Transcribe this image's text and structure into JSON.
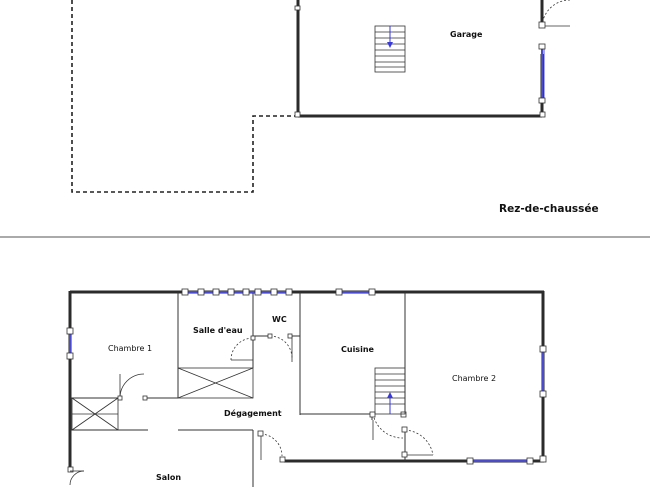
{
  "labels": {
    "garage": "Garage",
    "level": "Rez-de-chaussée",
    "chambre1": "Chambre 1",
    "salle_eau": "Salle d'eau",
    "wc": "WC",
    "cuisine": "Cuisine",
    "chambre2": "Chambre 2",
    "degagement": "Dégagement",
    "salon": "Salon"
  },
  "colors": {
    "wall": "#2b2b2b",
    "window": "#4a4ad0",
    "stair_arrow": "#3a3ad8",
    "separator": "#555555"
  }
}
